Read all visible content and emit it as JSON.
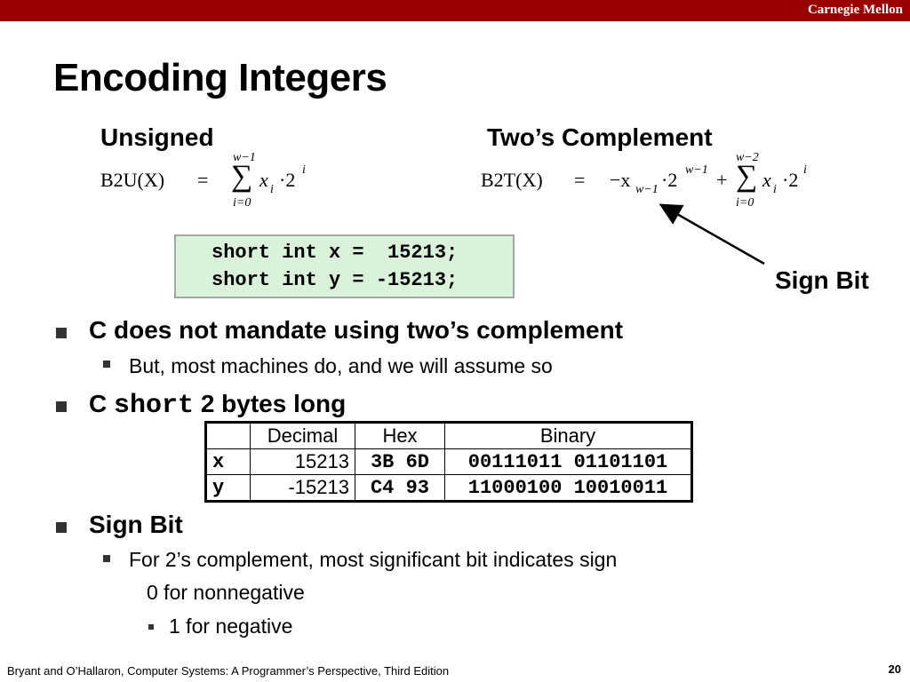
{
  "header": {
    "brand": "Carnegie Mellon"
  },
  "title": "Encoding Integers",
  "unsigned": {
    "heading": "Unsigned",
    "lhs": "B2U(X)",
    "eq": "=",
    "sum_upper": "w−1",
    "sum_lower": "i=0",
    "term": "x",
    "term_sub": "i",
    "dot_two": "·2",
    "exp": "i"
  },
  "twos": {
    "heading": "Two’s Complement",
    "lhs": "B2T(X)",
    "eq": "=",
    "neg_term": "−x",
    "neg_sub": "w−1",
    "dot_two": "·2",
    "neg_exp": "w−1",
    "plus": "+",
    "sum_upper": "w−2",
    "sum_lower": "i=0",
    "term": "x",
    "term_sub": "i",
    "dot_two2": "·2",
    "exp": "i"
  },
  "code": {
    "line1": "short int x =  15213;",
    "line2": "short int y = -15213;"
  },
  "sign_bit_label": "Sign Bit",
  "bullets": {
    "b1": "C does not mandate using two’s complement",
    "b1_sub": "But, most machines do, and we will assume so",
    "b2_pre": "C",
    "b2_code": "short",
    "b2_post": "2 bytes long",
    "b3": "Sign Bit",
    "b3_sub": "For 2’s complement, most significant bit indicates sign",
    "b3_sub2": "0 for nonnegative",
    "b3_sub3": "1 for negative"
  },
  "table": {
    "headers": [
      "",
      "Decimal",
      "Hex",
      "Binary"
    ],
    "rows": [
      [
        "x",
        "15213",
        "3B 6D",
        "00111011 01101101"
      ],
      [
        "y",
        "-15213",
        "C4 93",
        "11000100 10010011"
      ]
    ]
  },
  "footer": {
    "citation": "Bryant and O’Hallaron, Computer Systems: A Programmer’s Perspective, Third Edition",
    "page": "20"
  }
}
